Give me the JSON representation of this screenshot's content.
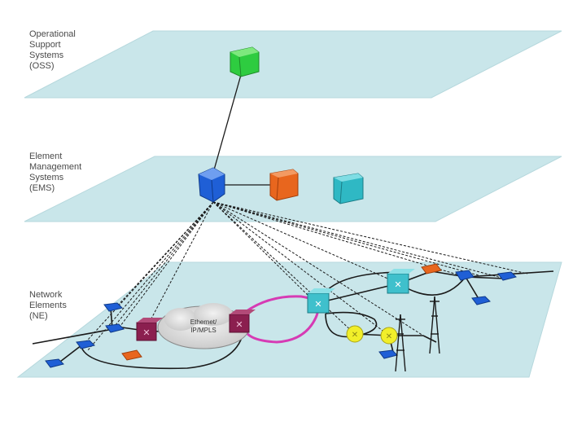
{
  "layers": [
    {
      "key": "oss",
      "label": "Operational\nSupport\nSystems\n(OSS)"
    },
    {
      "key": "ems",
      "label": "Element\nManagement\nSystems\n(EMS)"
    },
    {
      "key": "ne",
      "label": "Network\nElements\n(NE)"
    }
  ],
  "cloud": {
    "line1": "Ethernet/",
    "line2": "IP/MPLS"
  },
  "colors": {
    "plane": "#c9e6ea",
    "oss_server": "#2ecc40",
    "ems_main": "#1f5fd6",
    "ems_orange": "#e8661e",
    "ems_teal": "#2fb8c4",
    "ne_blue": "#1f5fd6",
    "ne_crossconnect": "#8b1f4f",
    "ne_router": "#3fc0cc",
    "ne_yellow": "#f1ee2a",
    "ring_magenta": "#d63bb4",
    "link": "#1a1a1a"
  },
  "icons": [
    "server-icon",
    "switch-icon",
    "cross-connect-icon",
    "router-icon",
    "antenna-tower-icon",
    "cloud-icon"
  ]
}
